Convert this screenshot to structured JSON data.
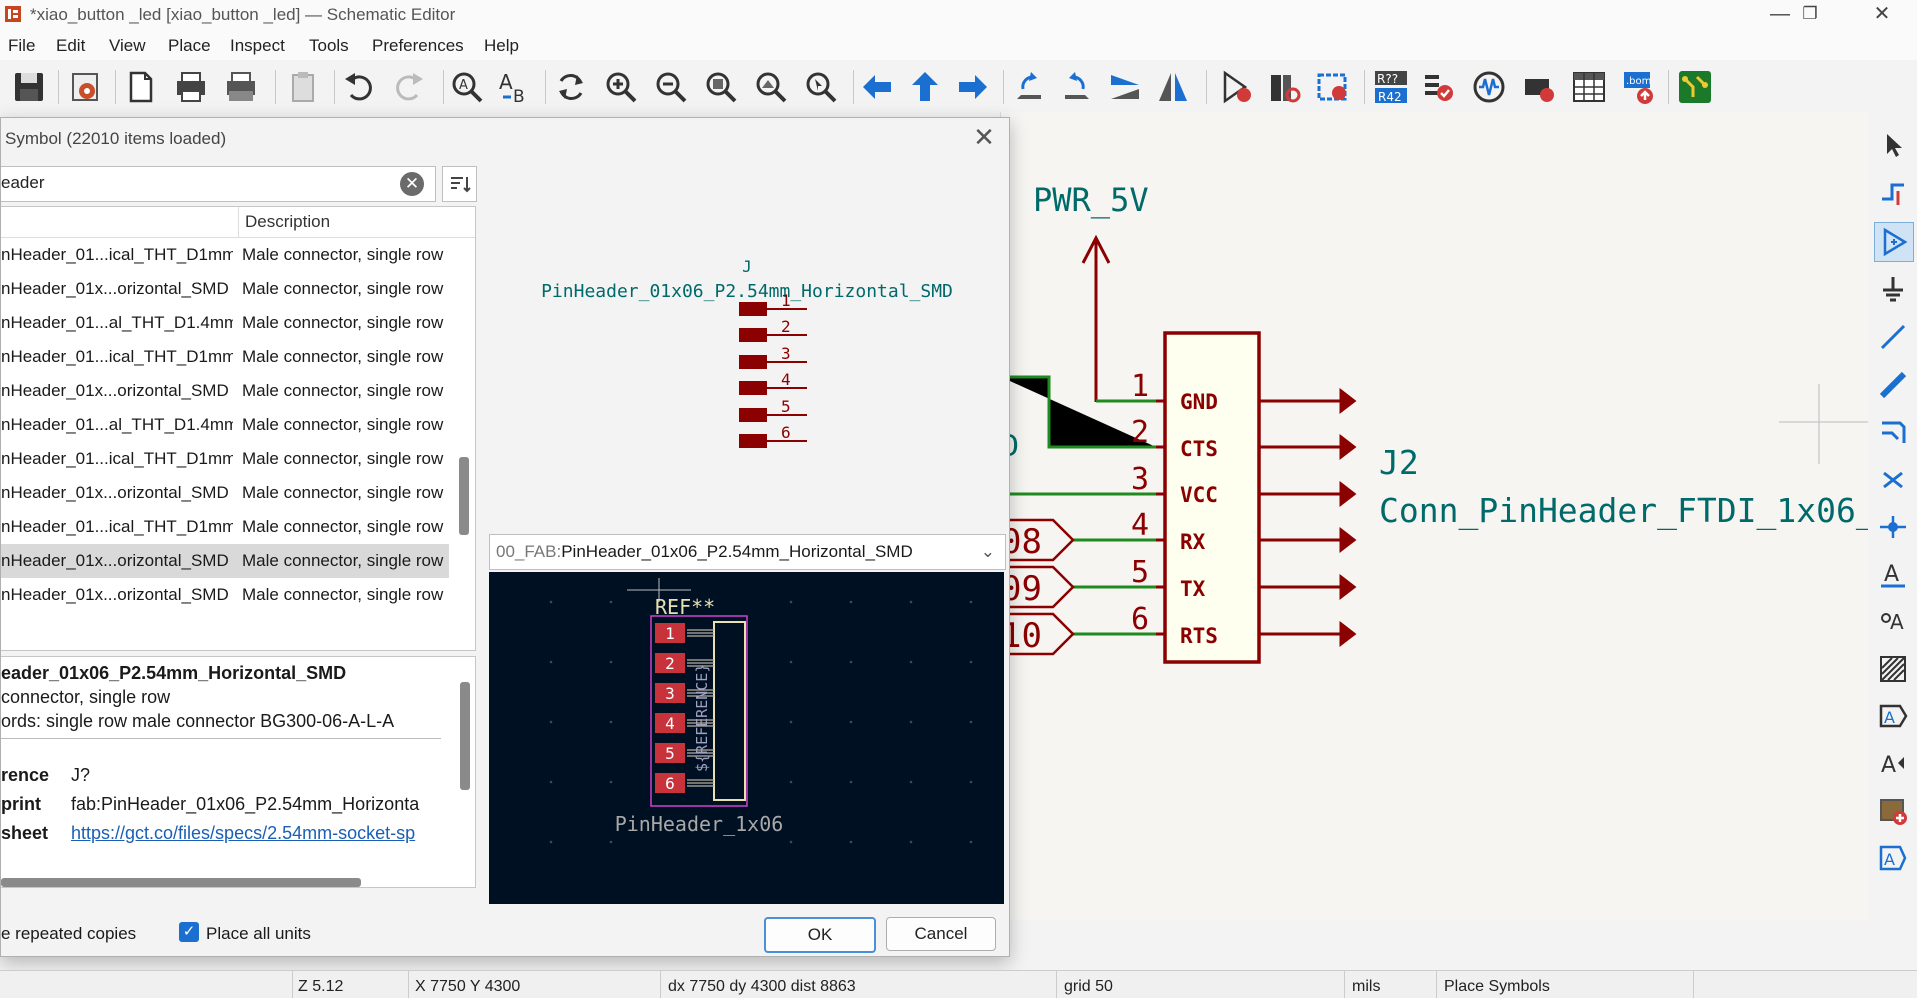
{
  "window": {
    "title": "*xiao_button _led [xiao_button _led] — Schematic Editor",
    "minimize": "—",
    "maximize": "❐",
    "close": "✕"
  },
  "menu": [
    "File",
    "Edit",
    "View",
    "Place",
    "Inspect",
    "Tools",
    "Preferences",
    "Help"
  ],
  "toolbar_icons": [
    "save-icon",
    "schematic-setup-icon",
    "page-settings-icon",
    "print-icon",
    "plot-icon",
    "paste-icon",
    "undo-icon",
    "redo-icon",
    "find-icon",
    "find-replace-icon",
    "refresh-icon",
    "zoom-in-icon",
    "zoom-out-icon",
    "zoom-fit-icon",
    "zoom-objects-icon",
    "zoom-tool-icon",
    "navigate-back-icon",
    "navigate-up-icon",
    "navigate-forward-icon",
    "rotate-ccw-icon",
    "rotate-cw-icon",
    "mirror-v-icon",
    "mirror-h-icon",
    "symbol-editor-icon",
    "symbol-browser-icon",
    "footprint-assign-icon",
    "annotate-icon",
    "erc-icon",
    "simulator-icon",
    "edit-fields-icon",
    "bom-icon",
    "pcb-editor-icon"
  ],
  "toolbar_texts": {
    "annotate": "R??\nR42",
    "bom": ".bom"
  },
  "dialog": {
    "title": "Symbol (22010 items loaded)",
    "search_value": "eader",
    "columns": [
      "Description"
    ],
    "rows": [
      {
        "name": "nHeader_01...ical_THT_D1mm",
        "desc": "Male connector, single row"
      },
      {
        "name": "nHeader_01x...orizontal_SMD",
        "desc": "Male connector, single row"
      },
      {
        "name": "nHeader_01...al_THT_D1.4mm",
        "desc": "Male connector, single row"
      },
      {
        "name": "nHeader_01...ical_THT_D1mm",
        "desc": "Male connector, single row"
      },
      {
        "name": "nHeader_01x...orizontal_SMD",
        "desc": "Male connector, single row"
      },
      {
        "name": "nHeader_01...al_THT_D1.4mm",
        "desc": "Male connector, single row"
      },
      {
        "name": "nHeader_01...ical_THT_D1mm",
        "desc": "Male connector, single row"
      },
      {
        "name": "nHeader_01x...orizontal_SMD",
        "desc": "Male connector, single row"
      },
      {
        "name": "nHeader_01...ical_THT_D1mm",
        "desc": "Male connector, single row"
      },
      {
        "name": "nHeader_01x...orizontal_SMD",
        "desc": "Male connector, single row",
        "selected": true
      },
      {
        "name": "nHeader_01x...orizontal_SMD",
        "desc": "Male connector, single row"
      }
    ],
    "details": {
      "name": "eader_01x06_P2.54mm_Horizontal_SMD",
      "desc": "connector, single row",
      "keywords": "ords: single row male connector BG300-06-A-L-A",
      "reference_label": "rence",
      "reference_value": "J?",
      "footprint_label": "print",
      "footprint_value": "fab:PinHeader_01x06_P2.54mm_Horizonta",
      "datasheet_label": "sheet",
      "datasheet_value": "https://gct.co/files/specs/2.54mm-socket-sp"
    },
    "symbol_preview": {
      "ref": "J",
      "value": "PinHeader_01x06_P2.54mm_Horizontal_SMD",
      "pins": [
        "1",
        "2",
        "3",
        "4",
        "5",
        "6"
      ]
    },
    "footprint_select": {
      "prefix": "00_FAB:",
      "value": "PinHeader_01x06_P2.54mm_Horizontal_SMD"
    },
    "footprint_preview": {
      "ref": "REF**",
      "value": "PinHeader_1x06",
      "silk_ref": "${REFERENCE}",
      "pads": [
        "1",
        "2",
        "3",
        "4",
        "5",
        "6"
      ]
    },
    "repeated_copies_label": "e repeated copies",
    "place_all_units_label": "Place all units",
    "ok_label": "OK",
    "cancel_label": "Cancel"
  },
  "schematic": {
    "power_label": "PWR_5V",
    "ref": "J2",
    "value": "Conn_PinHeader_FTDI_1x06_",
    "net_fragment": "D",
    "pin_numbers": [
      "1",
      "2",
      "3",
      "4",
      "5",
      "6"
    ],
    "pin_names": [
      "GND",
      "CTS",
      "VCC",
      "RX",
      "TX",
      "RTS"
    ],
    "hier_labels": [
      "08",
      "09",
      "10"
    ],
    "colors": {
      "wire": "#1f8a1f",
      "symbol": "#8b0000",
      "text": "#006a6a"
    }
  },
  "right_tools": [
    "select-icon",
    "highlight-net-icon",
    "add-symbol-icon",
    "add-power-icon",
    "add-wire-icon",
    "add-bus-icon",
    "bus-entry-icon",
    "no-connect-icon",
    "junction-icon",
    "net-label-icon",
    "global-label-icon",
    "hier-label-icon",
    "hier-sheet-icon",
    "import-sheet-pin-icon",
    "text-icon",
    "add-image-icon",
    "textbox-icon"
  ],
  "right_texts": {
    "net-label": "A",
    "global-label": "ᵠA",
    "text": "A"
  },
  "status": {
    "zoom": "Z 5.12",
    "xy": "X 7750  Y 4300",
    "delta": "dx 7750  dy 4300  dist 8863",
    "grid": "grid 50",
    "units": "mils",
    "mode": "Place Symbols"
  }
}
